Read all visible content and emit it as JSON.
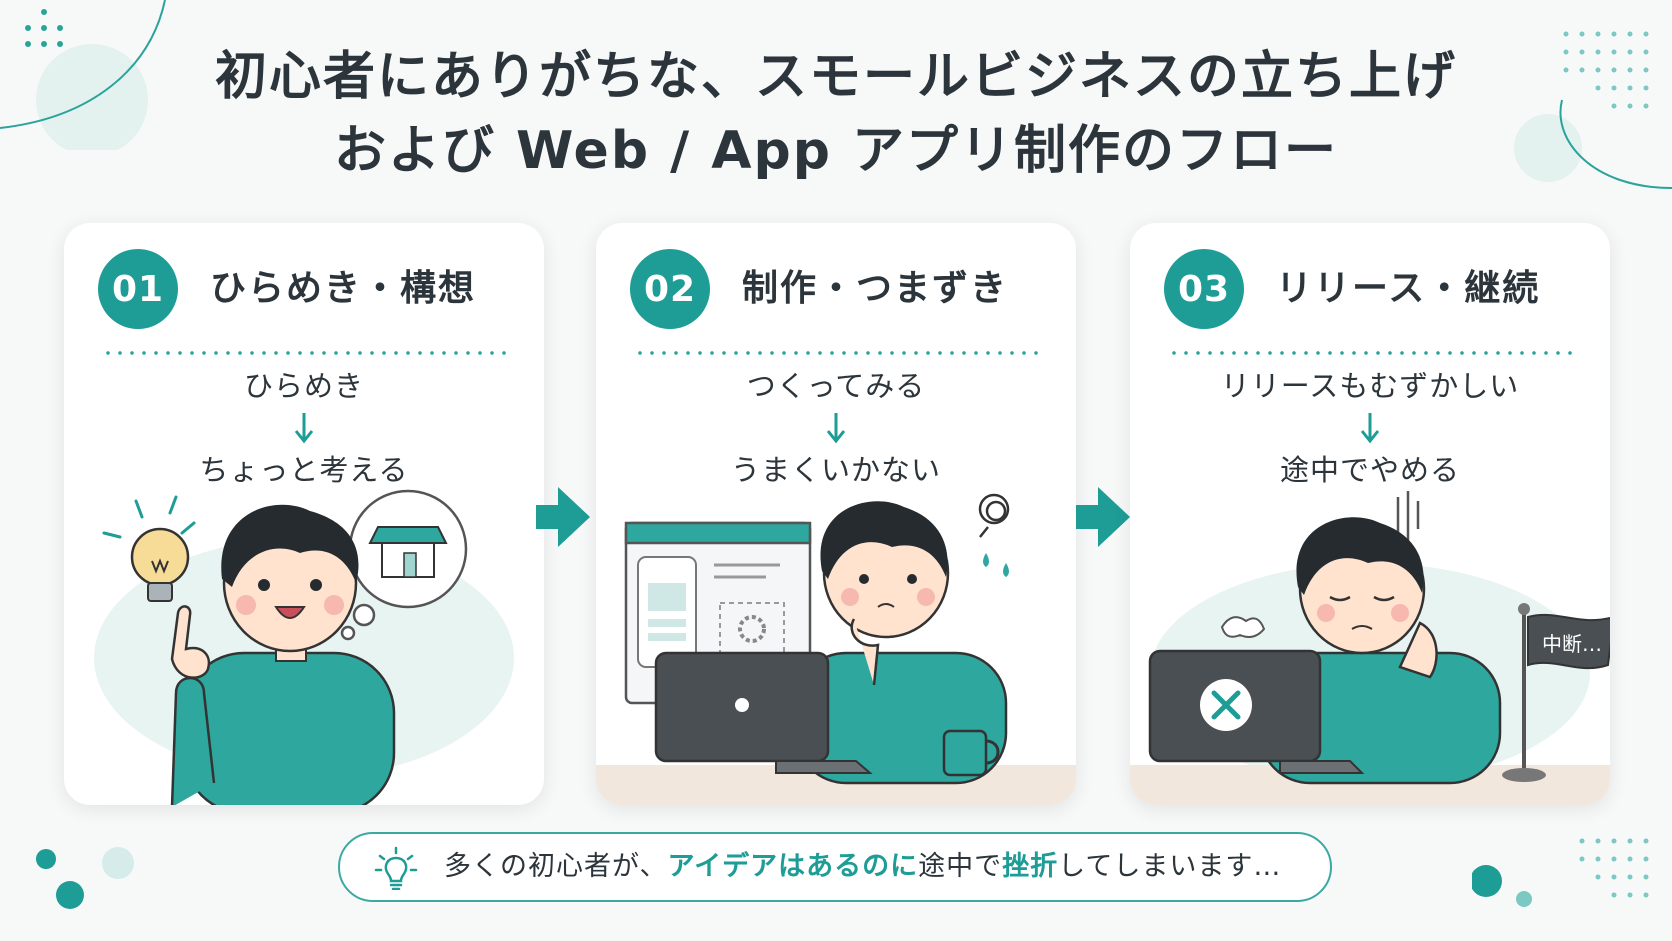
{
  "title": {
    "line1": "初心者にありがちな、スモールビジネスの立ち上げ",
    "line2": "および Web / App アプリ制作のフロー"
  },
  "colors": {
    "accent": "#1e9c96",
    "text": "#2c353b",
    "shirt": "#2ea79f",
    "background": "#f7f8f8"
  },
  "cards": [
    {
      "number": "01",
      "title": "ひらめき・構想",
      "step1": "ひらめき",
      "step2": "ちょっと考える",
      "illustration": "lightbulb-idea-shop-thought"
    },
    {
      "number": "02",
      "title": "制作・つまずき",
      "step1": "つくってみる",
      "step2": "うまくいかない",
      "illustration": "confused-at-laptop"
    },
    {
      "number": "03",
      "title": "リリース・継続",
      "step1": "リリースもむずかしい",
      "step2": "途中でやめる",
      "illustration": "tired-with-flag",
      "flag_text": "中断…"
    }
  ],
  "footer": {
    "icon": "lightbulb-icon",
    "prefix": "多くの初心者が、",
    "highlight1": "アイデアはあるのに",
    "mid1": "途中で",
    "highlight2": "挫折",
    "suffix": "してしまいます…"
  }
}
